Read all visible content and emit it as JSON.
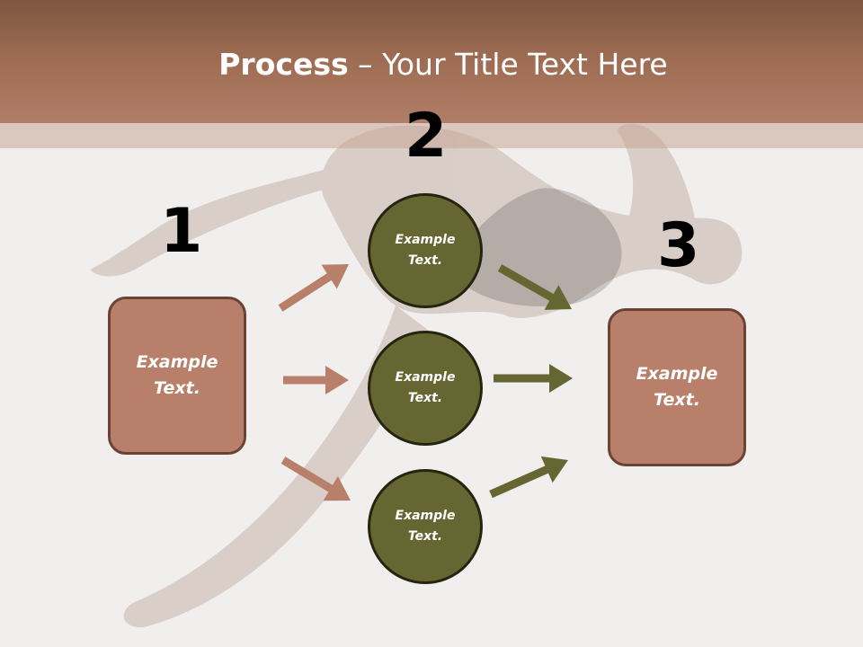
{
  "slide": {
    "title_bold": "Process",
    "title_rest": " – Your Title Text Here"
  },
  "steps": {
    "one": "1",
    "two": "2",
    "three": "3"
  },
  "shapes": {
    "left_box": "Example\nText.",
    "circle_top": "Example\nText.",
    "circle_middle": "Example\nText.",
    "circle_bottom": "Example\nText.",
    "right_box": "Example\nText."
  },
  "colors": {
    "header": "#9c6b52",
    "box_fill": "#b8806a",
    "box_border": "#6b4334",
    "circle_fill": "#666633",
    "circle_border": "#24240f",
    "arrow_left": "#b8806a",
    "arrow_right": "#666633"
  }
}
